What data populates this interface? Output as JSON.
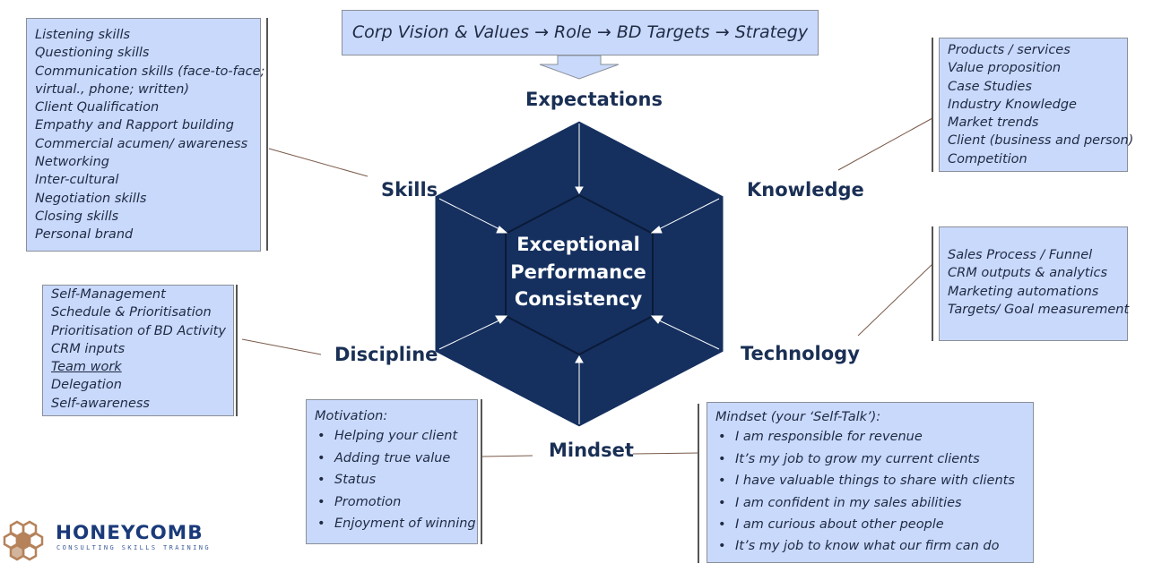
{
  "top_banner": {
    "text": "Corp Vision & Values → Role → BD Targets → Strategy"
  },
  "center": {
    "lines": [
      "Exceptional",
      "Performance",
      "Consistency"
    ]
  },
  "labels": {
    "expectations": "Expectations",
    "skills": "Skills",
    "knowledge": "Knowledge",
    "discipline": "Discipline",
    "technology": "Technology",
    "mindset": "Mindset"
  },
  "skills_box": {
    "items": [
      "Listening skills",
      "Questioning skills",
      "Communication skills (face-to-face;",
      "virtual., phone; written)",
      "Client Qualification",
      "Empathy and Rapport building",
      "Commercial acumen/ awareness",
      "Networking",
      "Inter-cultural",
      "Negotiation skills",
      "Closing skills",
      "Personal brand"
    ]
  },
  "knowledge_box": {
    "items": [
      "Products / services",
      "Value proposition",
      "Case Studies",
      "Industry Knowledge",
      "Market trends",
      "Client (business and person)",
      "Competition"
    ]
  },
  "technology_box": {
    "items": [
      "Sales Process / Funnel",
      "CRM outputs & analytics",
      "Marketing automations",
      "Targets/ Goal measurement"
    ]
  },
  "discipline_box": {
    "items": [
      "Self-Management",
      "Schedule & Prioritisation",
      "Prioritisation of BD Activity",
      "CRM inputs",
      "Team work",
      "Delegation",
      "Self-awareness"
    ]
  },
  "motivation_box": {
    "heading": "Motivation:",
    "items": [
      "Helping your client",
      "Adding true value",
      "Status",
      "Promotion",
      "Enjoyment of winning"
    ]
  },
  "mindset_box": {
    "heading": "Mindset (your ‘Self-Talk’):",
    "items": [
      "I am responsible for revenue",
      "It’s my job to grow my current clients",
      "I have valuable things to share with clients",
      "I am confident in my sales abilities",
      "I am curious about other people",
      "It’s my job to know what our firm can do"
    ]
  },
  "logo": {
    "name": "HONEYCOMB",
    "tagline": "CONSULTING SKILLS TRAINING"
  },
  "colors": {
    "hexagon": "#15305f",
    "box_fill": "#c9d9fb",
    "label": "#1a2f55",
    "logo_hex": "#b5825a"
  }
}
